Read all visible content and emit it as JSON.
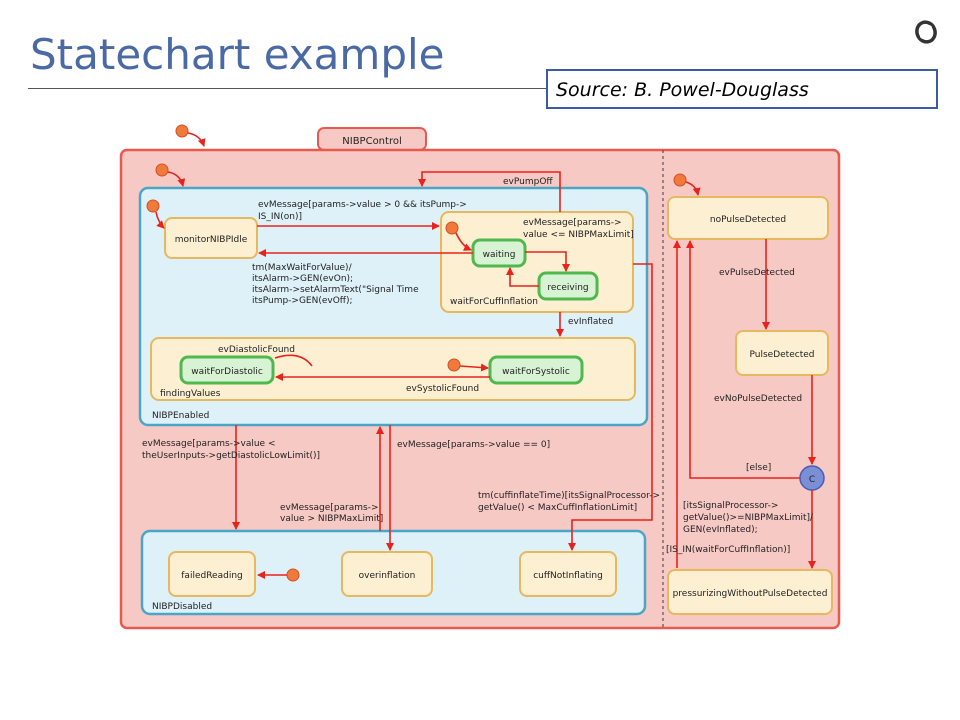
{
  "slide": {
    "title": "Statechart example",
    "source": "Source: B. Powel-Douglass"
  },
  "icons": {
    "logo": "omega-logo-icon"
  },
  "colors": {
    "title": "#4a6aa5",
    "transition": "#e8231c",
    "outer_state": "#f7c9c5",
    "inner_state": "#def1f8",
    "leaf_state": "#fdf0d2",
    "active_state": "#69c96b",
    "connector": "#7b8fd6"
  },
  "diagram": {
    "states": {
      "nibp_control": "NIBPControl",
      "nibp_enabled": "NIBPEnabled",
      "monitor_idle": "monitorNIBPIdle",
      "wait_cuff": "waitForCuffInflation",
      "waiting": "waiting",
      "receiving": "receiving",
      "finding_values": "findingValues",
      "wait_diastolic": "waitForDiastolic",
      "wait_systolic": "waitForSystolic",
      "nibp_disabled": "NIBPDisabled",
      "failed_reading": "failedReading",
      "overinflation": "overinflation",
      "cuff_not_inflating": "cuffNotInflating",
      "no_pulse": "noPulseDetected",
      "pulse_detected": "PulseDetected",
      "pressurizing": "pressurizingWithoutPulseDetected",
      "connector": "C"
    },
    "transitions": {
      "ev_pump_off": "evPumpOff",
      "pump_line1": "evMessage[params->value > 0 && itsPump->",
      "pump_line2": "IS_IN(on)]",
      "maxlimit_line1": "evMessage[params->",
      "maxlimit_line2": "value <= NIBPMaxLimit]",
      "tm_line1": "tm(MaxWaitForValue)/",
      "tm_line2": "itsAlarm->GEN(evOn);",
      "tm_line3": "itsAlarm->setAlarmText(\"Signal Time",
      "tm_line4": "itsPump->GEN(evOff);",
      "ev_inflated": "evInflated",
      "ev_diastolic_found": "evDiastolicFound",
      "ev_systolic_found": "evSystolicFound",
      "diastolic_line1": "evMessage[params->value <",
      "diastolic_line2": "theUserInputs->getDiastolicLowLimit()]",
      "value_zero": "evMessage[params->value == 0]",
      "over_line1": "evMessage[params->",
      "over_line2": "value > NIBPMaxLimit]",
      "cuff_line1": "tm(cuffinflateTime)[itsSignalProcessor->",
      "cuff_line2": "getValue() < MaxCuffInflationLimit]",
      "ev_pulse_detected": "evPulseDetected",
      "ev_no_pulse_detected": "evNoPulseDetected",
      "else_guard": "[else]",
      "sig_line1": "[itsSignalProcessor->",
      "sig_line2": "getValue()>=NIBPMaxLimit]/",
      "sig_line3": "GEN(evInflated);",
      "is_in": "[IS_IN(waitForCuffInflation)]"
    }
  }
}
